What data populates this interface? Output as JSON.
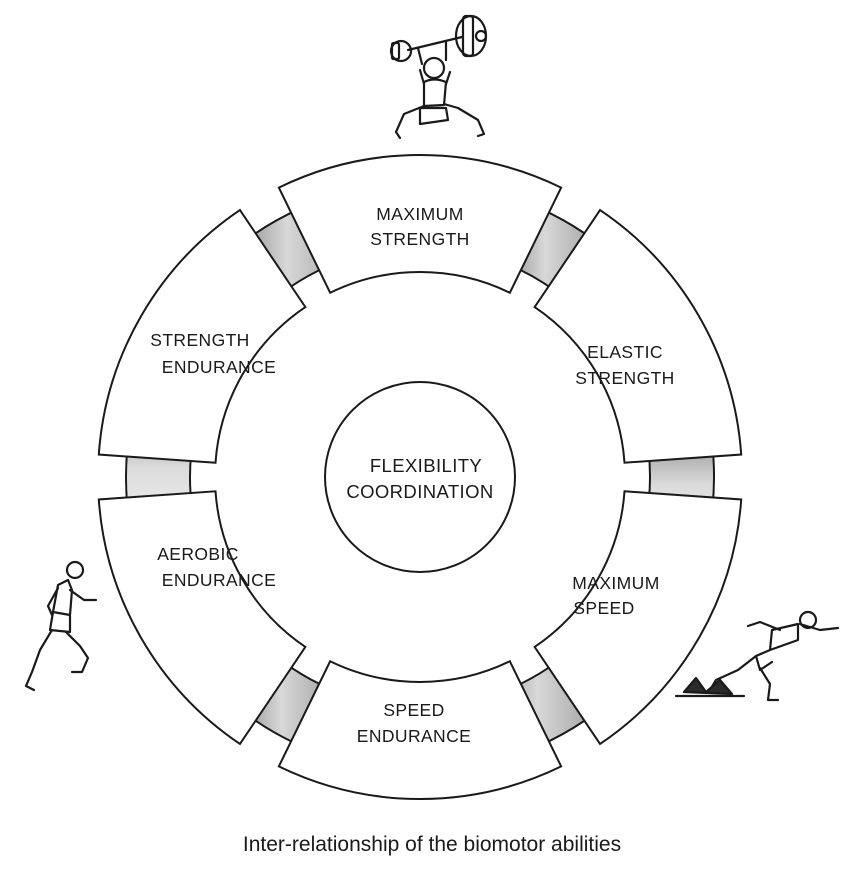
{
  "diagram": {
    "center": {
      "line1": "FLEXIBILITY",
      "line2": "COORDINATION"
    },
    "segments": [
      {
        "id": "maximum-strength",
        "line1": "MAXIMUM",
        "line2": "STRENGTH"
      },
      {
        "id": "elastic-strength",
        "line1": "ELASTIC",
        "line2": "STRENGTH"
      },
      {
        "id": "maximum-speed",
        "line1": "MAXIMUM",
        "line2": "SPEED"
      },
      {
        "id": "speed-endurance",
        "line1": "SPEED",
        "line2": "ENDURANCE"
      },
      {
        "id": "aerobic-endurance",
        "line1": "AEROBIC",
        "line2": "ENDURANCE"
      },
      {
        "id": "strength-endurance",
        "line1": "STRENGTH",
        "line2": "ENDURANCE"
      }
    ],
    "illustrations": [
      "weightlifter",
      "runner",
      "sprinter-starting-blocks"
    ]
  },
  "caption": "Inter-relationship of the biomotor abilities"
}
